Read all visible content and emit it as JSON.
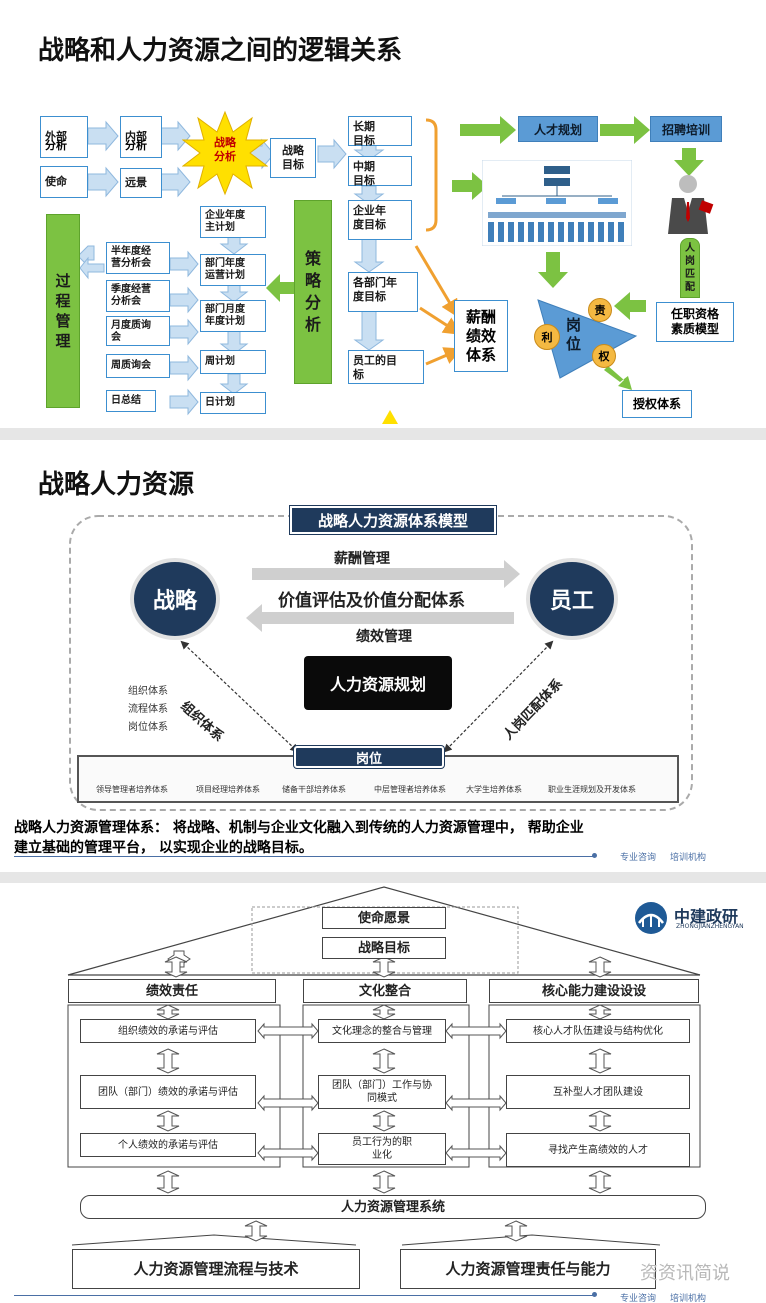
{
  "slide1": {
    "title": "战略和人力资源之间的逻辑关系",
    "external": [
      "外部",
      "分析"
    ],
    "internal": [
      "内部",
      "分析"
    ],
    "mission": "使命",
    "vision": "远景",
    "strategy_analysis": [
      "战略",
      "分析"
    ],
    "strategy_goal": [
      "战略",
      "目标"
    ],
    "long_term": [
      "长期",
      "目标"
    ],
    "mid_term": [
      "中期",
      "目标"
    ],
    "annual_goal": [
      "企业年",
      "度目标"
    ],
    "dept_annual_goal": [
      "各部门年",
      "度目标"
    ],
    "employee_goal": [
      "员工的目",
      "标"
    ],
    "process_mgmt": [
      "过",
      "程",
      "管",
      "理"
    ],
    "tactic_analysis": [
      "策",
      "略",
      "分",
      "析"
    ],
    "half_year_review": [
      "半年度经",
      "营分析会"
    ],
    "quarter_review": [
      "季度经营",
      "分析会"
    ],
    "monthly_review": [
      "月度质询",
      "会"
    ],
    "weekly_review": "周质询会",
    "daily_summary": "日总结",
    "corp_annual_plan": [
      "企业年度",
      "主计划"
    ],
    "dept_annual_plan": [
      "部门年度",
      "运营计划"
    ],
    "dept_monthly_plan": [
      "部门月度",
      "年度计划"
    ],
    "weekly_plan": "周计划",
    "daily_plan": "日计划",
    "talent_plan": "人才规划",
    "recruit_train": "招聘培训",
    "person_post_match": [
      "人",
      "岗",
      "匹",
      "配"
    ],
    "competency_model": [
      "任职资格",
      "素质模型"
    ],
    "salary_system": [
      "薪酬",
      "绩效",
      "体系"
    ],
    "post": [
      "岗",
      "位"
    ],
    "benefit": "利",
    "responsibility": "责",
    "authority": "权",
    "authorization": "授权体系"
  },
  "slide2": {
    "title": "战略人力资源",
    "model_title": "战略人力资源体系模型",
    "strategy": "战略",
    "employee": "员工",
    "salary_mgmt": "薪酬管理",
    "value_system": "价值评估及价值分配体系",
    "performance_mgmt": "绩效管理",
    "hr_planning": "人力资源规划",
    "org_system_label": "组织体系",
    "match_label": "人岗匹配体系",
    "post": "岗位",
    "org_list": [
      "组织体系",
      "流程体系",
      "岗位体系"
    ],
    "programs": [
      "领导管理者培养体系",
      "项目经理培养体系",
      "储备干部培养体系",
      "中层管理者培养体系",
      "大学生培养体系",
      "职业生涯规划及开发体系"
    ],
    "caption_line1": "战略人力资源管理体系： 将战略、机制与企业文化融入到传统的人力资源管理中， 帮助企业",
    "caption_line2": "建立基础的管理平台， 以实现企业的战略目标。",
    "footer": [
      "专业咨询",
      "培训机构"
    ]
  },
  "slide3": {
    "mission_vision": "使命愿景",
    "strategy_goal": "战略目标",
    "logo_cn": "中建政研",
    "logo_en": "ZHONGJIANZHENGYAN",
    "pillar_heads": [
      "绩效责任",
      "文化整合",
      "核心能力建设设设"
    ],
    "col1": [
      "组织绩效的承诺与评估",
      "团队（部门）绩效的承诺与评估",
      "个人绩效的承诺与评估"
    ],
    "col2": [
      "文化理念的整合与管理",
      "团队（部门）工作与协同模式",
      "员工行为的职业化"
    ],
    "col3": [
      "核心人才队伍建设与结构优化",
      "互补型人才团队建设",
      "寻找产生高绩效的人才"
    ],
    "hr_system": "人力资源管理系统",
    "base_left": "人力资源管理流程与技术",
    "base_right": "人力资源管理责任与能力",
    "watermark": "资资讯简说",
    "footer": [
      "专业咨询",
      "培训机构"
    ]
  },
  "colors": {
    "green": "#7cc242",
    "blue": "#5b9bd5",
    "navy": "#1f3a5c",
    "border": "#3c8fd0"
  }
}
